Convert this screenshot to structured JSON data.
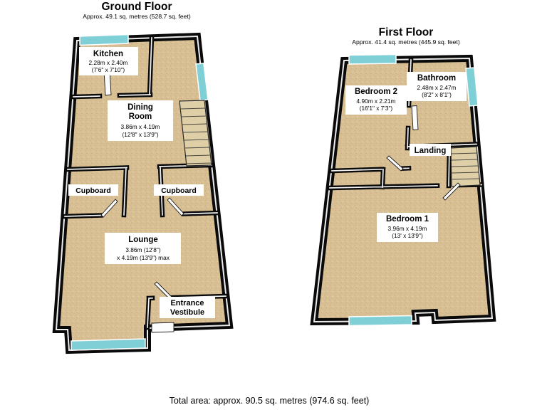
{
  "total_area_label": "Total area: approx. 90.5 sq. metres (974.6 sq. feet)",
  "colors": {
    "wall": "#0a0a0a",
    "floor_carpet": "#d8bf94",
    "window_glass": "#7fd0d6",
    "stairs": "#decfa6",
    "label_background": "#ffffff"
  },
  "ground_floor": {
    "title": "Ground Floor",
    "subtitle": "Approx. 49.1 sq. metres (528.7 sq. feet)",
    "rooms": {
      "kitchen": {
        "name": "Kitchen",
        "dims_metric": "2.28m x 2.40m",
        "dims_imperial": "(7'6\" x 7'10\")"
      },
      "dining_room": {
        "name_line1": "Dining",
        "name_line2": "Room",
        "dims_metric": "3.86m x 4.19m",
        "dims_imperial": "(12'8\" x 13'9\")"
      },
      "cupboard_left": {
        "name": "Cupboard"
      },
      "cupboard_right": {
        "name": "Cupboard"
      },
      "lounge": {
        "name": "Lounge",
        "dims_line1": "3.86m (12'8\")",
        "dims_line2": "x 4.19m (13'9\") max"
      },
      "entrance_vestibule": {
        "name_line1": "Entrance",
        "name_line2": "Vestibule"
      }
    }
  },
  "first_floor": {
    "title": "First Floor",
    "subtitle": "Approx. 41.4 sq. metres (445.9 sq. feet)",
    "rooms": {
      "bedroom_2": {
        "name": "Bedroom 2",
        "dims_metric": "4.90m x 2.21m",
        "dims_imperial": "(16'1\" x 7'3\")"
      },
      "bathroom": {
        "name": "Bathroom",
        "dims_metric": "2.48m x 2.47m",
        "dims_imperial": "(8'2\" x 8'1\")"
      },
      "landing": {
        "name": "Landing"
      },
      "bedroom_1": {
        "name": "Bedroom 1",
        "dims_metric": "3.96m x 4.19m",
        "dims_imperial": "(13' x 13'9\")"
      }
    }
  }
}
